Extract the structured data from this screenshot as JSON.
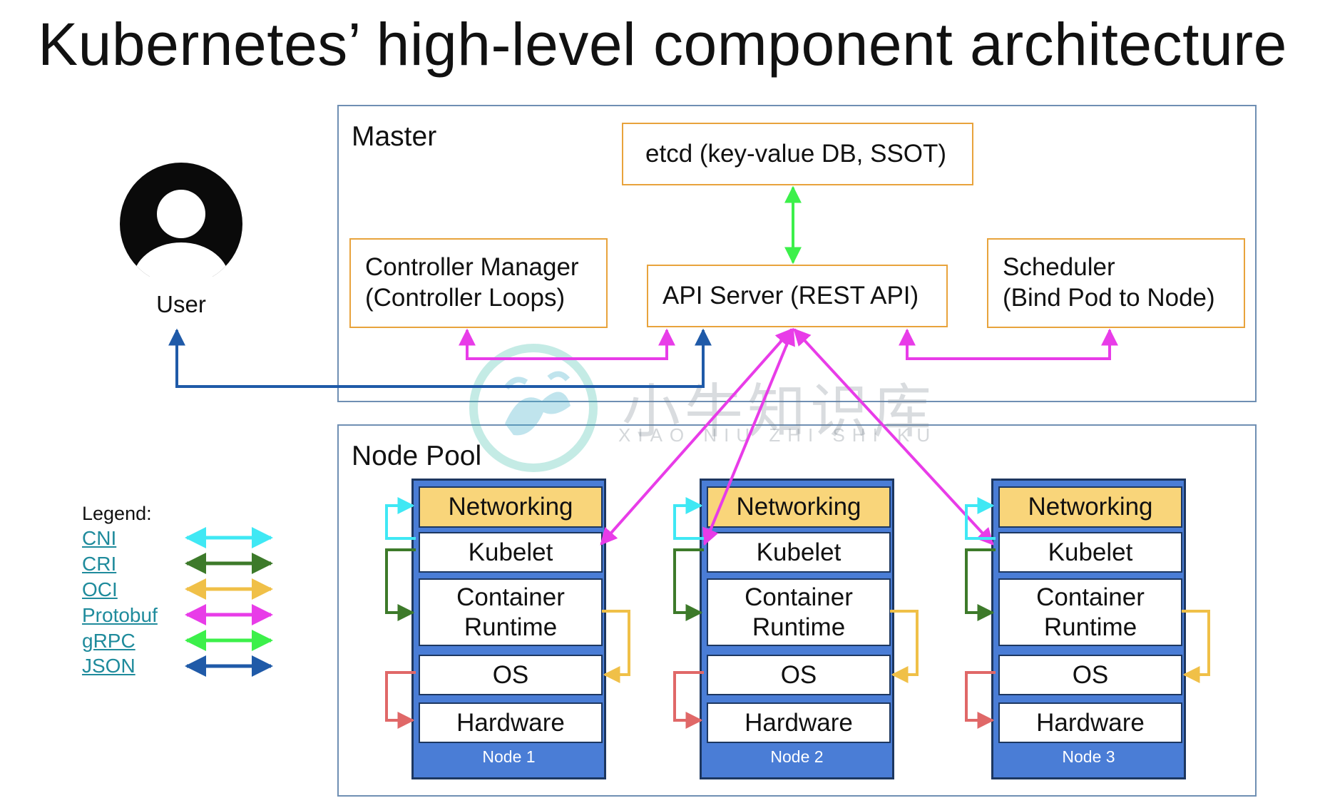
{
  "title": "Kubernetes’ high-level component architecture",
  "user": {
    "label": "User"
  },
  "master": {
    "label": "Master",
    "etcd": "etcd (key-value DB, SSOT)",
    "api_server": "API Server (REST API)",
    "controller_manager": [
      "Controller Manager",
      "(Controller Loops)"
    ],
    "scheduler": [
      "Scheduler",
      "(Bind Pod to Node)"
    ]
  },
  "node_pool": {
    "label": "Node Pool",
    "nodes": [
      {
        "name": "Node 1",
        "layers": {
          "networking": "Networking",
          "kubelet": "Kubelet",
          "runtime": [
            "Container",
            "Runtime"
          ],
          "os": "OS",
          "hardware": "Hardware"
        }
      },
      {
        "name": "Node 2",
        "layers": {
          "networking": "Networking",
          "kubelet": "Kubelet",
          "runtime": [
            "Container",
            "Runtime"
          ],
          "os": "OS",
          "hardware": "Hardware"
        }
      },
      {
        "name": "Node 3",
        "layers": {
          "networking": "Networking",
          "kubelet": "Kubelet",
          "runtime": [
            "Container",
            "Runtime"
          ],
          "os": "OS",
          "hardware": "Hardware"
        }
      }
    ]
  },
  "legend": {
    "title": "Legend:",
    "items": [
      {
        "label": "CNI",
        "color": "#3fe8f4"
      },
      {
        "label": "CRI",
        "color": "#3d7a2a"
      },
      {
        "label": "OCI",
        "color": "#f0c048"
      },
      {
        "label": "Protobuf",
        "color": "#e83ce8"
      },
      {
        "label": "gRPC",
        "color": "#3cf04a"
      },
      {
        "label": "JSON",
        "color": "#1f5aa8"
      }
    ]
  },
  "watermark": {
    "text": "小牛知识库",
    "sub": "XIAO NIU ZHI SHI KU"
  },
  "colors": {
    "region_border": "#6f8fb3",
    "component_border": "#e8a33c",
    "node_fill": "#4a7dd6",
    "networking_fill": "#f9d57a",
    "hardware_link": "#e06868"
  }
}
